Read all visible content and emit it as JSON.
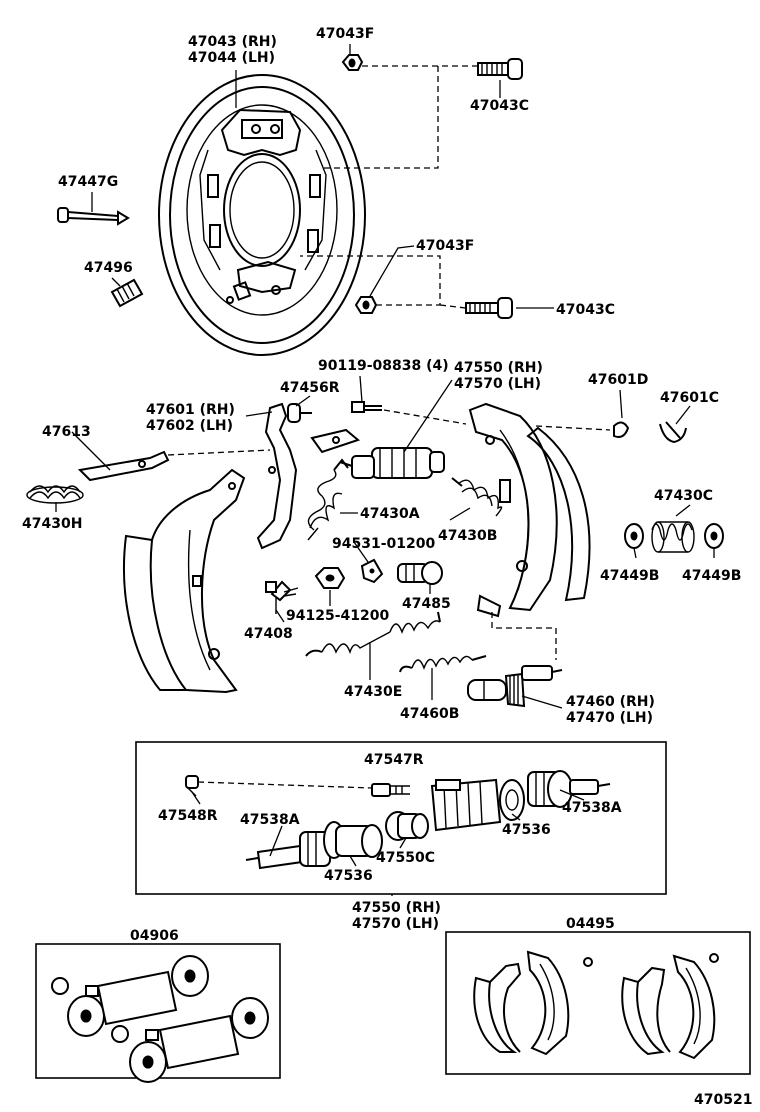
{
  "labels": {
    "backing_plate_rh": "47043 (RH)",
    "backing_plate_lh": "47044 (LH)",
    "nut_top": "47043F",
    "bolt_top": "47043C",
    "pin": "47447G",
    "plug": "47496",
    "nut_mid": "47043F",
    "bolt_mid": "47043C",
    "bleeder_code": "90119-08838 (4)",
    "cylinder_rh": "47550 (RH)",
    "cylinder_lh": "47570 (LH)",
    "clip_d": "47601D",
    "clip_c": "47601C",
    "lever_part": "47456R",
    "lever_rh": "47601 (RH)",
    "lever_lh": "47602 (LH)",
    "strut": "47613",
    "spring_h": "47430H",
    "spring_a": "47430A",
    "spring_b": "47430B",
    "spring_c": "47430C",
    "washer_code": "94531-01200",
    "retainer_b1": "47449B",
    "retainer_b2": "47449B",
    "pin_bolt": "47408",
    "nut_code": "94125-41200",
    "adjuster_cap": "47485",
    "spring_e": "47430E",
    "spring_460b": "47460B",
    "adjuster_rh": "47460 (RH)",
    "adjuster_lh": "47470 (LH)",
    "kit_title": "47547R",
    "bleeder_cap": "47548R",
    "piston_a1": "47538A",
    "piston_a2": "47538A",
    "cup_1": "47536",
    "cup_2": "47536",
    "boot": "47550C",
    "kit_rh": "47550 (RH)",
    "kit_lh": "47570 (LH)",
    "wheel_cyl_kit": "04906",
    "shoe_kit": "04495",
    "diagram_no": "470521"
  }
}
